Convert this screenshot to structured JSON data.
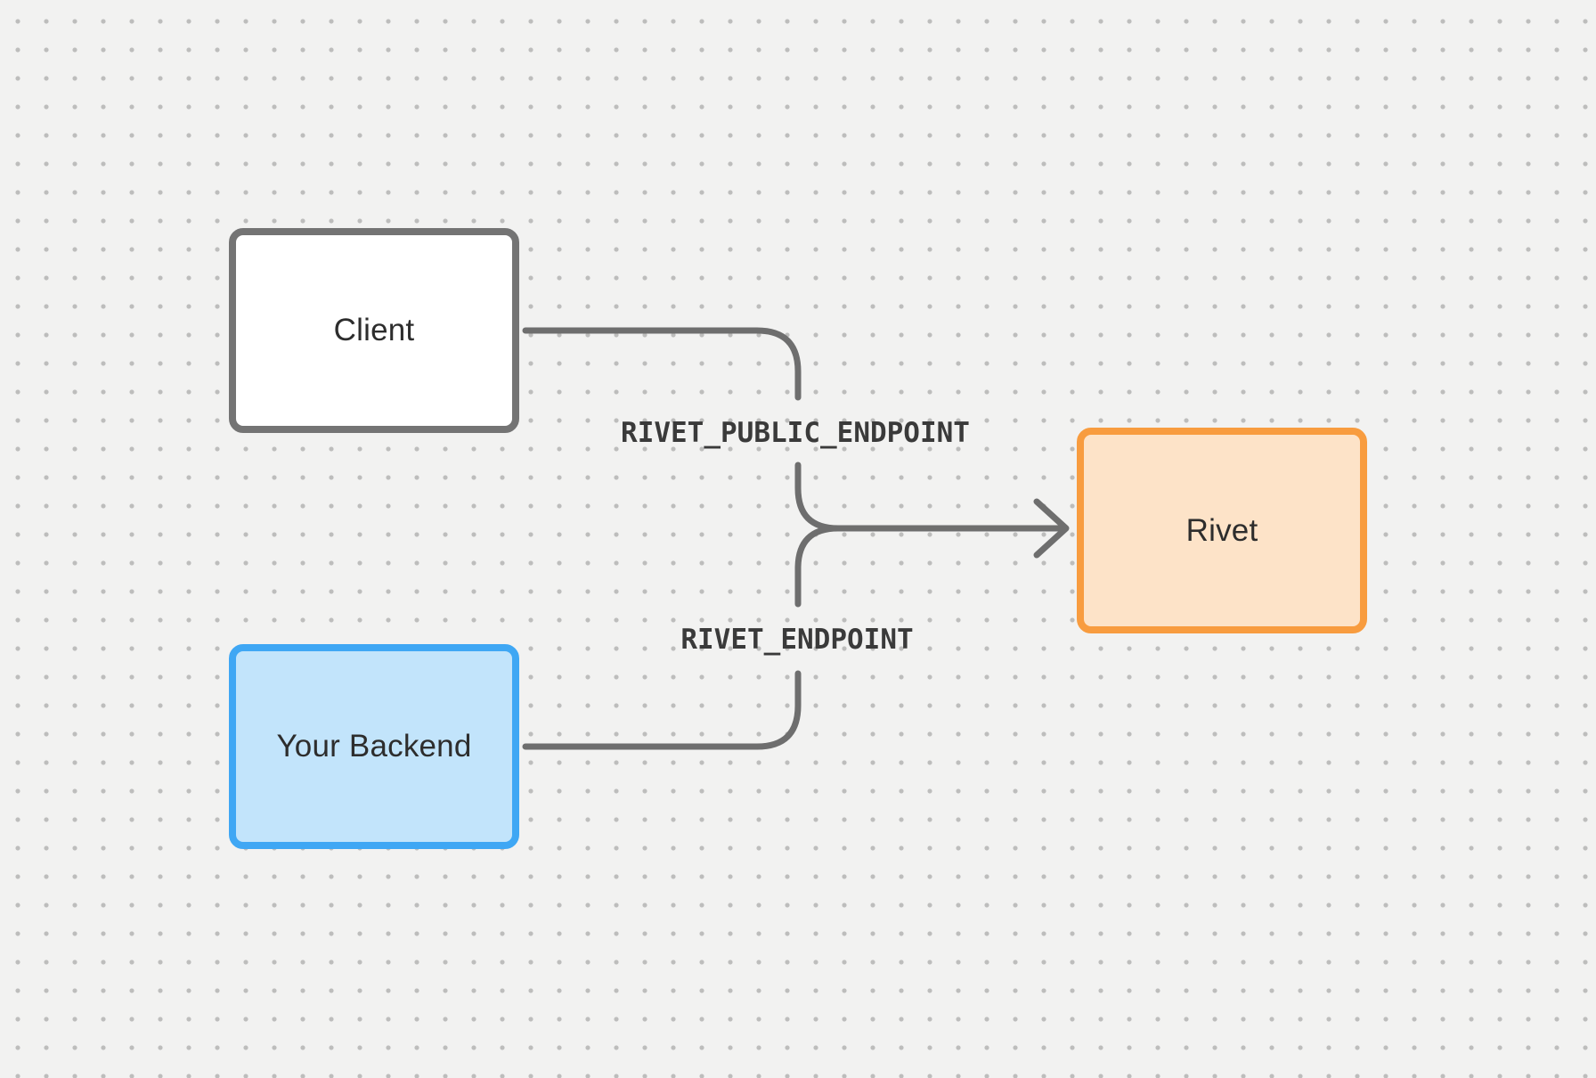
{
  "diagram": {
    "nodes": [
      {
        "id": "client",
        "label": "Client"
      },
      {
        "id": "backend",
        "label": "Your Backend"
      },
      {
        "id": "rivet",
        "label": "Rivet"
      }
    ],
    "edge_labels": [
      {
        "id": "public-endpoint",
        "text": "RIVET_PUBLIC_ENDPOINT"
      },
      {
        "id": "endpoint",
        "text": "RIVET_ENDPOINT"
      }
    ]
  },
  "colors": {
    "background": "#f2f2f1",
    "dot": "#bdbdbc",
    "line": "#6e6e6e",
    "clientBorder": "#747474",
    "clientFill": "#ffffff",
    "backendBorder": "#3fa7f4",
    "backendFill": "#c2e4fb",
    "rivetBorder": "#f89c3f",
    "rivetFill": "#fde3c8",
    "nodeText": "#2d2d2d",
    "edgeText": "#3a3a3a"
  }
}
